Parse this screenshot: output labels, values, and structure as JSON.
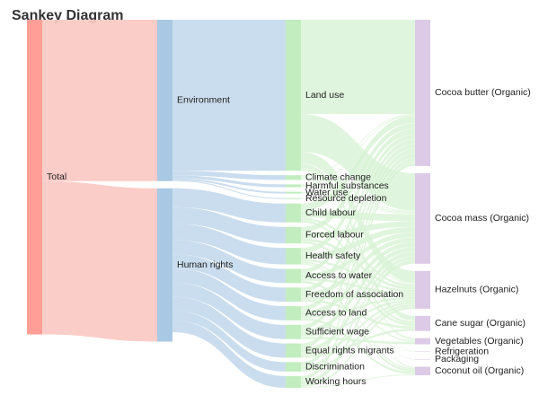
{
  "chart_data": {
    "type": "sankey",
    "title": "Sankey Diagram",
    "nodes": [
      {
        "id": "Total",
        "column": 0,
        "color": "#FF9E96",
        "flow_color": "#FBC8C2"
      },
      {
        "id": "Environment",
        "column": 1,
        "color": "#A9C8E3",
        "flow_color": "#C4D9EC"
      },
      {
        "id": "Human rights",
        "column": 1,
        "color": "#A9C8E3",
        "flow_color": "#C4D9EC"
      },
      {
        "id": "Land use",
        "column": 2,
        "color": "#C2EDBF",
        "flow_color": "#D6F2D2"
      },
      {
        "id": "Climate change",
        "column": 2,
        "color": "#C2EDBF",
        "flow_color": "#D6F2D2"
      },
      {
        "id": "Harmful substances",
        "column": 2,
        "color": "#C2EDBF",
        "flow_color": "#D6F2D2"
      },
      {
        "id": "Water use",
        "column": 2,
        "color": "#C2EDBF",
        "flow_color": "#D6F2D2"
      },
      {
        "id": "Resource depletion",
        "column": 2,
        "color": "#C2EDBF",
        "flow_color": "#D6F2D2"
      },
      {
        "id": "Child labour",
        "column": 2,
        "color": "#C2EDBF",
        "flow_color": "#D6F2D2"
      },
      {
        "id": "Forced labour",
        "column": 2,
        "color": "#C2EDBF",
        "flow_color": "#D6F2D2"
      },
      {
        "id": "Health safety",
        "column": 2,
        "color": "#C2EDBF",
        "flow_color": "#D6F2D2"
      },
      {
        "id": "Access to water",
        "column": 2,
        "color": "#C2EDBF",
        "flow_color": "#D6F2D2"
      },
      {
        "id": "Freedom of association",
        "column": 2,
        "color": "#C2EDBF",
        "flow_color": "#D6F2D2"
      },
      {
        "id": "Access to land",
        "column": 2,
        "color": "#C2EDBF",
        "flow_color": "#D6F2D2"
      },
      {
        "id": "Sufficient wage",
        "column": 2,
        "color": "#C2EDBF",
        "flow_color": "#D6F2D2"
      },
      {
        "id": "Equal rights migrants",
        "column": 2,
        "color": "#C2EDBF",
        "flow_color": "#D6F2D2"
      },
      {
        "id": "Discrimination",
        "column": 2,
        "color": "#C2EDBF",
        "flow_color": "#D6F2D2"
      },
      {
        "id": "Working hours",
        "column": 2,
        "color": "#C2EDBF",
        "flow_color": "#D6F2D2"
      },
      {
        "id": "Cocoa butter (Organic)",
        "column": 3,
        "color": "#DCCAE6",
        "flow_color": "#E6D7EE"
      },
      {
        "id": "Cocoa mass (Organic)",
        "column": 3,
        "color": "#DCCAE6",
        "flow_color": "#E6D7EE"
      },
      {
        "id": "Hazelnuts (Organic)",
        "column": 3,
        "color": "#DCCAE6",
        "flow_color": "#E6D7EE"
      },
      {
        "id": "Cane sugar (Organic)",
        "column": 3,
        "color": "#DCCAE6",
        "flow_color": "#E6D7EE"
      },
      {
        "id": "Vegetables (Organic)",
        "column": 3,
        "color": "#DCCAE6",
        "flow_color": "#E6D7EE"
      },
      {
        "id": "Refrigeration",
        "column": 3,
        "color": "#DCCAE6",
        "flow_color": "#E6D7EE"
      },
      {
        "id": "Packaging",
        "column": 3,
        "color": "#DCCAE6",
        "flow_color": "#E6D7EE"
      },
      {
        "id": "Coconut oil (Organic)",
        "column": 3,
        "color": "#DCCAE6",
        "flow_color": "#E6D7EE"
      }
    ],
    "links": [
      {
        "source": "Total",
        "target": "Environment",
        "value": 0.342
      },
      {
        "source": "Total",
        "target": "Human rights",
        "value": 0.325
      },
      {
        "source": "Environment",
        "target": "Land use",
        "value": 0.32
      },
      {
        "source": "Environment",
        "target": "Climate change",
        "value": 0.01
      },
      {
        "source": "Environment",
        "target": "Harmful substances",
        "value": 0.006
      },
      {
        "source": "Environment",
        "target": "Water use",
        "value": 0.004
      },
      {
        "source": "Environment",
        "target": "Resource depletion",
        "value": 0.002
      },
      {
        "source": "Human rights",
        "target": "Child labour",
        "value": 0.04
      },
      {
        "source": "Human rights",
        "target": "Forced labour",
        "value": 0.035
      },
      {
        "source": "Human rights",
        "target": "Health safety",
        "value": 0.035
      },
      {
        "source": "Human rights",
        "target": "Access to water",
        "value": 0.03
      },
      {
        "source": "Human rights",
        "target": "Freedom of association",
        "value": 0.03
      },
      {
        "source": "Human rights",
        "target": "Access to land",
        "value": 0.03
      },
      {
        "source": "Human rights",
        "target": "Sufficient wage",
        "value": 0.03
      },
      {
        "source": "Human rights",
        "target": "Equal rights migrants",
        "value": 0.03
      },
      {
        "source": "Human rights",
        "target": "Discrimination",
        "value": 0.02
      },
      {
        "source": "Human rights",
        "target": "Working hours",
        "value": 0.025
      },
      {
        "source": "Land use",
        "target": "Cocoa butter (Organic)",
        "value": 0.2
      },
      {
        "source": "Land use",
        "target": "Cocoa mass (Organic)",
        "value": 0.08
      },
      {
        "source": "Land use",
        "target": "Hazelnuts (Organic)",
        "value": 0.025
      },
      {
        "source": "Land use",
        "target": "Cane sugar (Organic)",
        "value": 0.01
      },
      {
        "source": "Land use",
        "target": "Vegetables (Organic)",
        "value": 0.003
      },
      {
        "source": "Land use",
        "target": "Coconut oil (Organic)",
        "value": 0.002
      },
      {
        "source": "Climate change",
        "target": "Cocoa butter (Organic)",
        "value": 0.002
      },
      {
        "source": "Climate change",
        "target": "Cocoa mass (Organic)",
        "value": 0.002
      },
      {
        "source": "Climate change",
        "target": "Hazelnuts (Organic)",
        "value": 0.002
      },
      {
        "source": "Climate change",
        "target": "Cane sugar (Organic)",
        "value": 0.001
      },
      {
        "source": "Climate change",
        "target": "Vegetables (Organic)",
        "value": 0.001
      },
      {
        "source": "Climate change",
        "target": "Refrigeration",
        "value": 0.001
      },
      {
        "source": "Climate change",
        "target": "Packaging",
        "value": 0.001
      },
      {
        "source": "Harmful substances",
        "target": "Cocoa butter (Organic)",
        "value": 0.002
      },
      {
        "source": "Harmful substances",
        "target": "Cocoa mass (Organic)",
        "value": 0.002
      },
      {
        "source": "Harmful substances",
        "target": "Hazelnuts (Organic)",
        "value": 0.001
      },
      {
        "source": "Harmful substances",
        "target": "Cane sugar (Organic)",
        "value": 0.001
      },
      {
        "source": "Water use",
        "target": "Cocoa mass (Organic)",
        "value": 0.002
      },
      {
        "source": "Water use",
        "target": "Hazelnuts (Organic)",
        "value": 0.001
      },
      {
        "source": "Water use",
        "target": "Vegetables (Organic)",
        "value": 0.001
      },
      {
        "source": "Resource depletion",
        "target": "Cocoa mass (Organic)",
        "value": 0.001
      },
      {
        "source": "Resource depletion",
        "target": "Coconut oil (Organic)",
        "value": 0.001
      },
      {
        "source": "Child labour",
        "target": "Cocoa butter (Organic)",
        "value": 0.015
      },
      {
        "source": "Child labour",
        "target": "Cocoa mass (Organic)",
        "value": 0.015
      },
      {
        "source": "Child labour",
        "target": "Hazelnuts (Organic)",
        "value": 0.005
      },
      {
        "source": "Child labour",
        "target": "Cane sugar (Organic)",
        "value": 0.005
      },
      {
        "source": "Forced labour",
        "target": "Cocoa butter (Organic)",
        "value": 0.012
      },
      {
        "source": "Forced labour",
        "target": "Cocoa mass (Organic)",
        "value": 0.012
      },
      {
        "source": "Forced labour",
        "target": "Hazelnuts (Organic)",
        "value": 0.006
      },
      {
        "source": "Forced labour",
        "target": "Cane sugar (Organic)",
        "value": 0.005
      },
      {
        "source": "Health safety",
        "target": "Cocoa butter (Organic)",
        "value": 0.012
      },
      {
        "source": "Health safety",
        "target": "Cocoa mass (Organic)",
        "value": 0.012
      },
      {
        "source": "Health safety",
        "target": "Hazelnuts (Organic)",
        "value": 0.005
      },
      {
        "source": "Health safety",
        "target": "Vegetables (Organic)",
        "value": 0.003
      },
      {
        "source": "Health safety",
        "target": "Coconut oil (Organic)",
        "value": 0.003
      },
      {
        "source": "Access to water",
        "target": "Cocoa butter (Organic)",
        "value": 0.01
      },
      {
        "source": "Access to water",
        "target": "Cocoa mass (Organic)",
        "value": 0.01
      },
      {
        "source": "Access to water",
        "target": "Hazelnuts (Organic)",
        "value": 0.005
      },
      {
        "source": "Access to water",
        "target": "Coconut oil (Organic)",
        "value": 0.005
      },
      {
        "source": "Freedom of association",
        "target": "Cocoa butter (Organic)",
        "value": 0.01
      },
      {
        "source": "Freedom of association",
        "target": "Cocoa mass (Organic)",
        "value": 0.01
      },
      {
        "source": "Freedom of association",
        "target": "Hazelnuts (Organic)",
        "value": 0.005
      },
      {
        "source": "Freedom of association",
        "target": "Cane sugar (Organic)",
        "value": 0.005
      },
      {
        "source": "Access to land",
        "target": "Cocoa butter (Organic)",
        "value": 0.01
      },
      {
        "source": "Access to land",
        "target": "Cocoa mass (Organic)",
        "value": 0.01
      },
      {
        "source": "Access to land",
        "target": "Hazelnuts (Organic)",
        "value": 0.005
      },
      {
        "source": "Access to land",
        "target": "Coconut oil (Organic)",
        "value": 0.005
      },
      {
        "source": "Sufficient wage",
        "target": "Cocoa butter (Organic)",
        "value": 0.01
      },
      {
        "source": "Sufficient wage",
        "target": "Cocoa mass (Organic)",
        "value": 0.01
      },
      {
        "source": "Sufficient wage",
        "target": "Hazelnuts (Organic)",
        "value": 0.005
      },
      {
        "source": "Sufficient wage",
        "target": "Vegetables (Organic)",
        "value": 0.005
      },
      {
        "source": "Equal rights migrants",
        "target": "Cocoa butter (Organic)",
        "value": 0.01
      },
      {
        "source": "Equal rights migrants",
        "target": "Cocoa mass (Organic)",
        "value": 0.01
      },
      {
        "source": "Equal rights migrants",
        "target": "Hazelnuts (Organic)",
        "value": 0.005
      },
      {
        "source": "Equal rights migrants",
        "target": "Cane sugar (Organic)",
        "value": 0.005
      },
      {
        "source": "Discrimination",
        "target": "Cocoa butter (Organic)",
        "value": 0.008
      },
      {
        "source": "Discrimination",
        "target": "Cocoa mass (Organic)",
        "value": 0.007
      },
      {
        "source": "Discrimination",
        "target": "Hazelnuts (Organic)",
        "value": 0.005
      },
      {
        "source": "Working hours",
        "target": "Cocoa butter (Organic)",
        "value": 0.009
      },
      {
        "source": "Working hours",
        "target": "Cocoa mass (Organic)",
        "value": 0.009
      },
      {
        "source": "Working hours",
        "target": "Hazelnuts (Organic)",
        "value": 0.005
      },
      {
        "source": "Working hours",
        "target": "Coconut oil (Organic)",
        "value": 0.002
      }
    ]
  }
}
